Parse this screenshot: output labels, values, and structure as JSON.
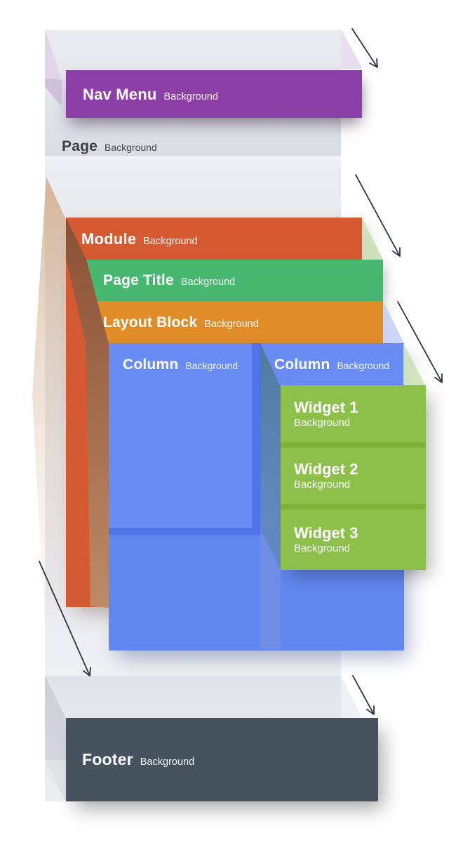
{
  "layers": {
    "nav_menu": {
      "label": "Nav Menu",
      "sublabel": "Background",
      "color": "#8d3fa8"
    },
    "page": {
      "label": "Page",
      "sublabel": "Background",
      "color": "#e8eaee"
    },
    "module": {
      "label": "Module",
      "sublabel": "Background",
      "color": "#d65a31"
    },
    "page_title": {
      "label": "Page Title",
      "sublabel": "Background",
      "color": "#48b870"
    },
    "layout_block": {
      "label": "Layout Block",
      "sublabel": "Background",
      "color": "#e08c28"
    },
    "column_left": {
      "label": "Column",
      "sublabel": "Background",
      "color": "#688cf3"
    },
    "column_right": {
      "label": "Column",
      "sublabel": "Background",
      "color": "#688cf3"
    },
    "widget_1": {
      "label": "Widget 1",
      "sublabel": "Background",
      "color": "#8cc04a"
    },
    "widget_2": {
      "label": "Widget 2",
      "sublabel": "Background",
      "color": "#8cc04a"
    },
    "widget_3": {
      "label": "Widget 3",
      "sublabel": "Background",
      "color": "#8cc04a"
    },
    "footer": {
      "label": "Footer",
      "sublabel": "Background",
      "color": "#46525e"
    }
  },
  "colors": {
    "row_background": "#6187ef",
    "column_gap": "#5074e8",
    "widget_separator": "#7cb237",
    "page_strip": "#e6e8ec",
    "arrow": "#2b3340"
  }
}
